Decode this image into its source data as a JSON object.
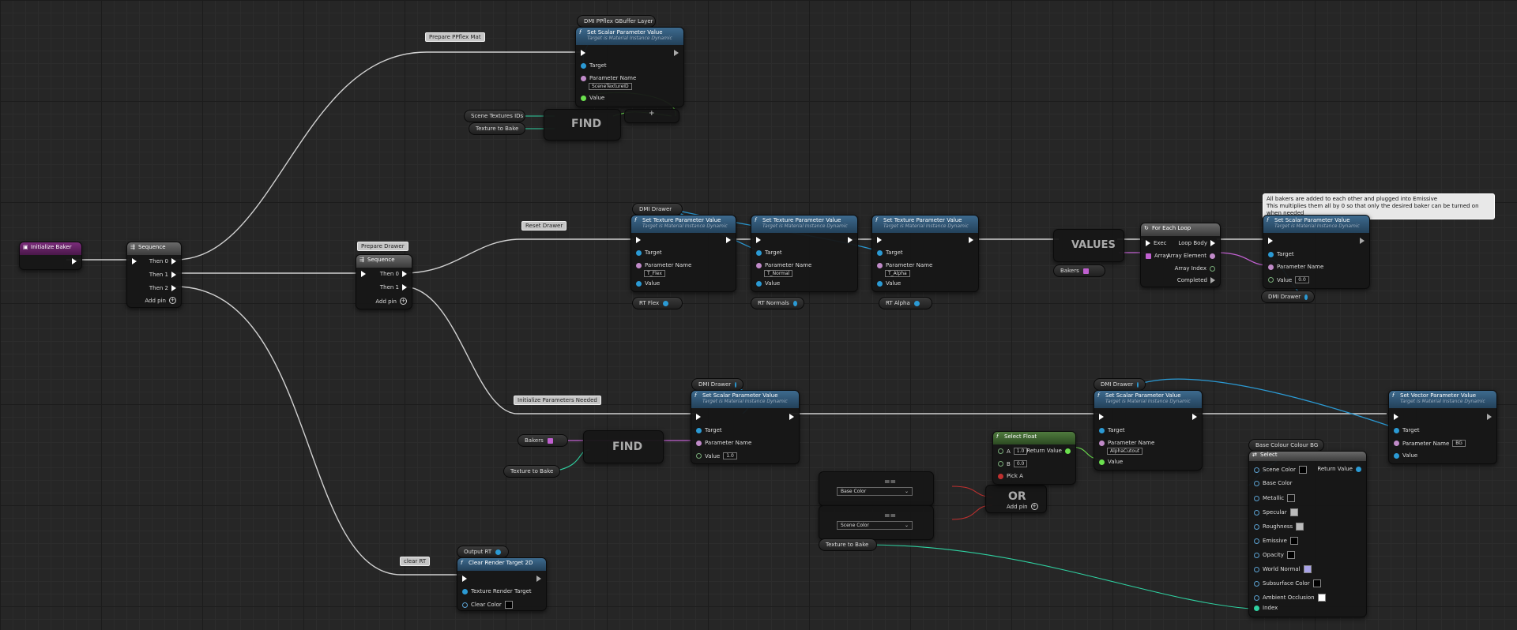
{
  "colors": {
    "exec_wire": "#d0d0d0",
    "object_wire": "#2b9ad4",
    "float_wire": "#6be04e",
    "int_wire": "#2fd1a1",
    "array_wire": "#c060d0"
  },
  "init": {
    "title": "Initialize Baker"
  },
  "seq1": {
    "title": "Sequence",
    "pins": [
      "Then 0",
      "Then 1",
      "Then 2"
    ],
    "add": "Add pin"
  },
  "prepare_ppflex": "Prepare PPflex Mat",
  "ppflex": {
    "var": "DMI PPflex GBuffer Layer",
    "title": "Set Scalar Parameter Value",
    "sub": "Target is Material Instance Dynamic",
    "target": "Target",
    "param": "Parameter Name",
    "param_val": "SceneTextureID",
    "value": "Value"
  },
  "find1": {
    "label": "FIND",
    "scene_ids": "Scene Textures IDs",
    "tex_bake": "Texture to Bake",
    "plus": "+"
  },
  "prepare_drawer": "Prepare Drawer",
  "seq2": {
    "title": "Sequence",
    "pins": [
      "Then 0",
      "Then 1"
    ],
    "add": "Add pin"
  },
  "reset_drawer": "Reset Drawer",
  "tex_nodes": [
    {
      "var": "DMI Drawer",
      "title": "Set Texture Parameter Value",
      "sub": "Target is Material Instance Dynamic",
      "target": "Target",
      "param": "Parameter Name",
      "param_val": "T_Flex",
      "value": "Value",
      "rt": "RT Flex"
    },
    {
      "var": "",
      "title": "Set Texture Parameter Value",
      "sub": "Target is Material Instance Dynamic",
      "target": "Target",
      "param": "Parameter Name",
      "param_val": "T_Normal",
      "value": "Value",
      "rt": "RT Normals"
    },
    {
      "var": "",
      "title": "Set Texture Parameter Value",
      "sub": "Target is Material Instance Dynamic",
      "target": "Target",
      "param": "Parameter Name",
      "param_val": "T_Alpha",
      "value": "Value",
      "rt": "RT Alpha"
    }
  ],
  "values_node": {
    "label": "VALUES",
    "bakers": "Bakers"
  },
  "foreach": {
    "title": "For Each Loop",
    "exec": "Exec",
    "array": "Array",
    "loop_body": "Loop Body",
    "elem": "Array Element",
    "index": "Array Index",
    "completed": "Completed"
  },
  "comment_bakers": "All bakers are added to each other and plugged into Emissive\nThis multiplies them all by 0 so that only the desired baker can be turned on when needed",
  "scalar_reset": {
    "title": "Set Scalar Parameter Value",
    "sub": "Target is Material Instance Dynamic",
    "target": "Target",
    "param": "Parameter Name",
    "value": "Value",
    "value_val": "0.0",
    "var": "DMI Drawer"
  },
  "init_params": "Initialize Parameters Needed",
  "scalar_init": {
    "var": "DMI Drawer",
    "title": "Set Scalar Parameter Value",
    "sub": "Target is Material Instance Dynamic",
    "target": "Target",
    "param": "Parameter Name",
    "value": "Value",
    "value_val": "1.0"
  },
  "find2": {
    "label": "FIND",
    "bakers": "Bakers",
    "tex_bake": "Texture to Bake"
  },
  "select_float": {
    "title": "Select Float",
    "a": "A",
    "a_val": "1.0",
    "b": "B",
    "b_val": "0.0",
    "pick": "Pick A",
    "ret": "Return Value"
  },
  "eq1": {
    "sym": "==",
    "opt": "Base Color"
  },
  "eq2": {
    "sym": "==",
    "opt": "Scene Color"
  },
  "or_node": {
    "label": "OR",
    "add": "Add pin"
  },
  "tex_bake3": "Texture to Bake",
  "scalar_alpha": {
    "var": "DMI Drawer",
    "title": "Set Scalar Parameter Value",
    "sub": "Target is Material Instance Dynamic",
    "target": "Target",
    "param": "Parameter Name",
    "param_val": "AlphaCutout",
    "value": "Value"
  },
  "vector_node": {
    "title": "Set Vector Parameter Value",
    "sub": "Target is Material Instance Dynamic",
    "target": "Target",
    "param": "Parameter Name",
    "param_val": "BG",
    "value": "Value"
  },
  "select_node": {
    "var": "Base Colour Colour BG",
    "title": "Select",
    "ret": "Return Value",
    "options": [
      "Scene Color",
      "Base Color",
      "Metallic",
      "Specular",
      "Roughness",
      "Emissive",
      "Opacity",
      "World Normal",
      "Subsurface Color",
      "Ambient Occlusion"
    ],
    "swatches": [
      "#000000",
      "",
      "#111111",
      "#bbbbbb",
      "#bbbbbb",
      "#000000",
      "#000000",
      "#a9a3e8",
      "#000000",
      "#ffffff"
    ],
    "index": "Index"
  },
  "clear_rt": "clear RT",
  "clear_node": {
    "var": "Output RT",
    "title": "Clear Render Target 2D",
    "trt": "Texture Render Target",
    "cc": "Clear Color"
  }
}
